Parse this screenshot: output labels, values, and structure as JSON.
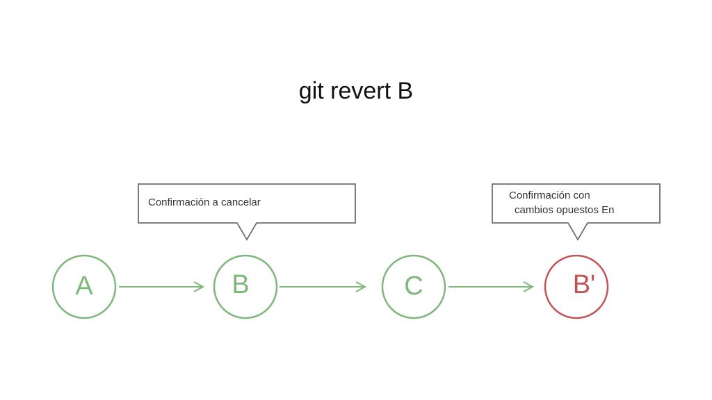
{
  "title": "git revert B",
  "colors": {
    "normal": "#7db87a",
    "reverted": "#c45454",
    "callout_border": "#6e6e6e"
  },
  "nodes": [
    {
      "id": "A",
      "label": "A",
      "kind": "normal"
    },
    {
      "id": "B",
      "label": "B",
      "kind": "normal"
    },
    {
      "id": "C",
      "label": "C",
      "kind": "normal"
    },
    {
      "id": "Bp",
      "label": "B'",
      "kind": "reverted"
    }
  ],
  "edges": [
    {
      "from": "A",
      "to": "B"
    },
    {
      "from": "B",
      "to": "C"
    },
    {
      "from": "C",
      "to": "Bp"
    }
  ],
  "callouts": [
    {
      "target": "B",
      "lines": [
        "Confirmación a cancelar"
      ]
    },
    {
      "target": "Bp",
      "lines": [
        "Confirmación con",
        "cambios opuestos En"
      ]
    }
  ]
}
